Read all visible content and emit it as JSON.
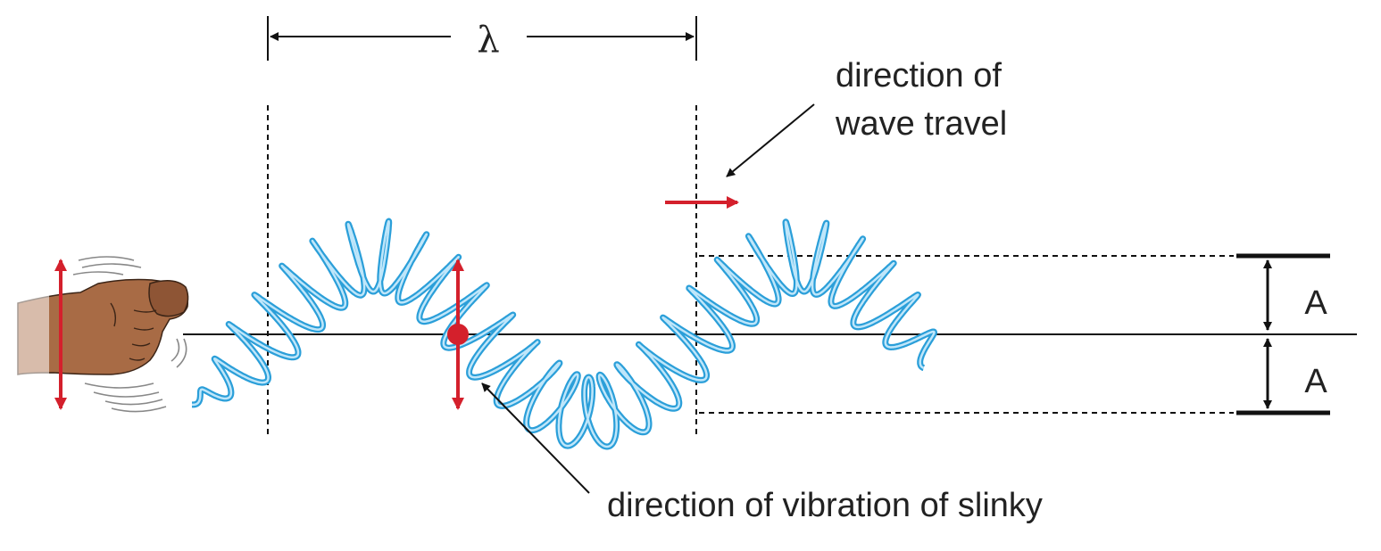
{
  "labels": {
    "wavelength_symbol": "λ",
    "wave_travel_line1": "direction of",
    "wave_travel_line2": "wave travel",
    "vibration": "direction of vibration of slinky",
    "amplitude_upper": "A",
    "amplitude_lower": "A"
  },
  "colors": {
    "slinky": "#2b9fd9",
    "slinky_light": "#bfe6fa",
    "accent_red": "#d4202c",
    "line": "#111111",
    "skin": "#a86b45"
  },
  "icons": {
    "hand": "hand-icon",
    "particle": "particle-dot"
  }
}
